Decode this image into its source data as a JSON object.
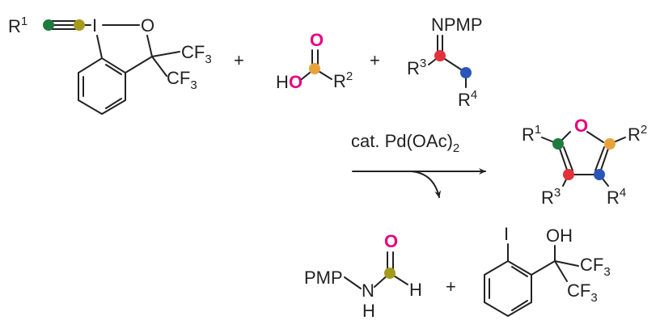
{
  "reagents": {
    "alkynyl_ebx": {
      "r1": "R",
      "r1_sup": "1",
      "iodine": "I",
      "oxygen": "O",
      "cf3_a": "CF",
      "cf3_a_sub": "3",
      "cf3_b": "CF",
      "cf3_b_sub": "3"
    },
    "plus_1": "+",
    "acid": {
      "carbonyl_o": "O",
      "h": "H",
      "o": "O",
      "r2": "R",
      "r2_sup": "2"
    },
    "plus_2": "+",
    "imine": {
      "npmp": "NPMP",
      "r3": "R",
      "r3_sup": "3",
      "r4": "R",
      "r4_sup": "4"
    }
  },
  "conditions": {
    "catalyst_prefix": "cat. Pd(OAc)",
    "catalyst_sub": "2"
  },
  "product_furan": {
    "o": "O",
    "r1": "R",
    "r1_sup": "1",
    "r2": "R",
    "r2_sup": "2",
    "r3": "R",
    "r3_sup": "3",
    "r4": "R",
    "r4_sup": "4"
  },
  "byproducts": {
    "formamide": {
      "pmp": "PMP",
      "n": "N",
      "nh_h": "H",
      "carbonyl_o": "O",
      "h": "H"
    },
    "plus": "+",
    "iodo_alcohol": {
      "iodine": "I",
      "oh": "OH",
      "cf3_a": "CF",
      "cf3_a_sub": "3",
      "cf3_b": "CF",
      "cf3_b_sub": "3"
    }
  },
  "atom_colors": {
    "green": "#1f7a3d",
    "olive": "#a59a1c",
    "orange": "#e8a23a",
    "red": "#e2313a",
    "blue": "#2956b8",
    "magenta_oxygen": "#e6007e"
  }
}
